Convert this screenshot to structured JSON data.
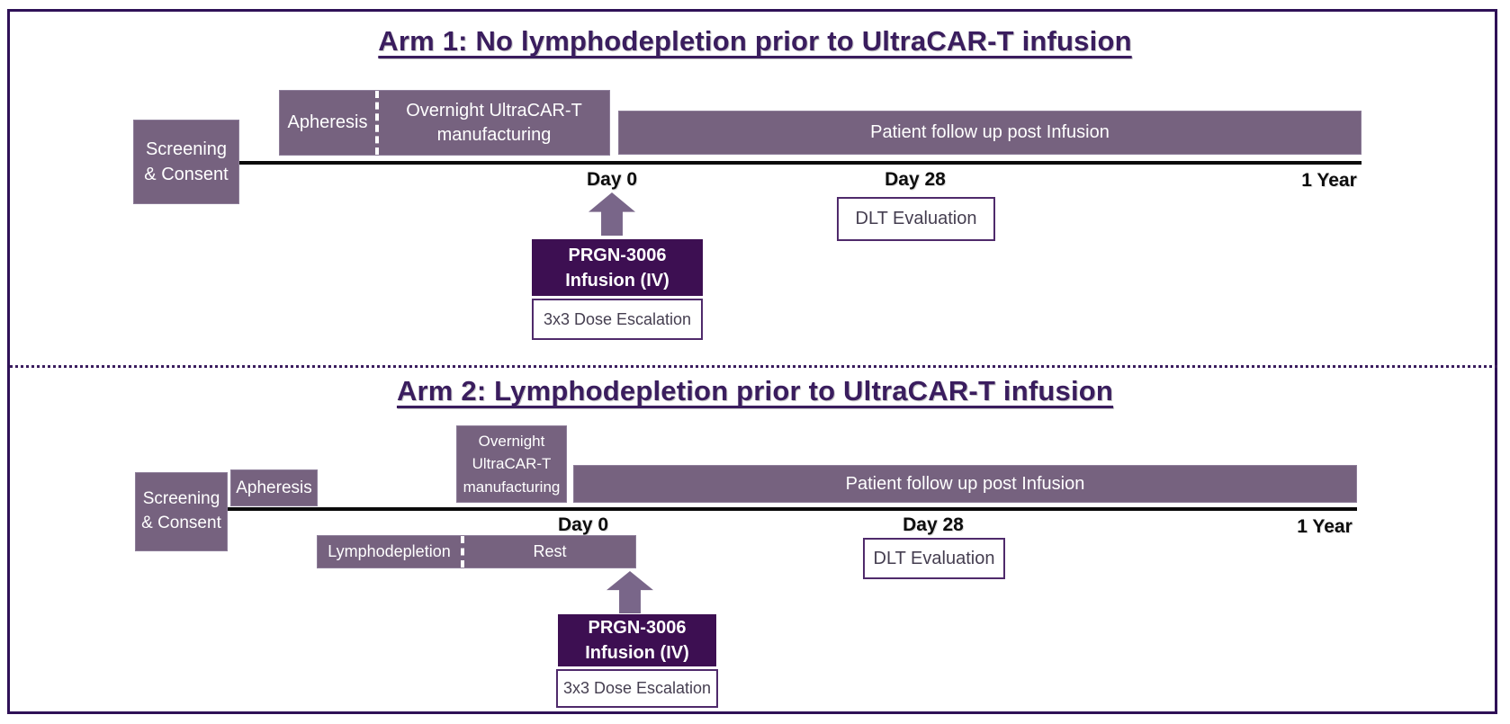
{
  "colors": {
    "muted_purple": "#76627F",
    "dark_purple_box": "#3D0F52",
    "title_purple": "#3A1D5E",
    "frame_border": "#2F1157",
    "outline_border": "#4F2A6B",
    "arrow_purple": "#796689",
    "timeline_black": "#0A0A0A"
  },
  "arm1": {
    "title": "Arm 1: No lymphodepletion prior to UltraCAR-T infusion",
    "screening_box": "Screening\n& Consent",
    "apheresis_box": "Apheresis",
    "manufacturing_box": "Overnight UltraCAR-T manufacturing",
    "followup_bar": "Patient follow up post Infusion",
    "tick_day0": "Day 0",
    "tick_day28": "Day 28",
    "tick_1year": "1 Year",
    "infusion_box": "PRGN-3006\nInfusion (IV)",
    "dose_box": "3x3 Dose Escalation",
    "dlt_box": "DLT Evaluation"
  },
  "arm2": {
    "title": "Arm 2: Lymphodepletion prior to UltraCAR-T infusion",
    "screening_box": "Screening\n& Consent",
    "apheresis_box": "Apheresis",
    "manufacturing_box": "Overnight UltraCAR-T manufacturing",
    "lymphodepletion_box": "Lymphodepletion",
    "rest_box": "Rest",
    "followup_bar": "Patient follow up post Infusion",
    "tick_day0": "Day 0",
    "tick_day28": "Day 28",
    "tick_1year": "1 Year",
    "infusion_box": "PRGN-3006\nInfusion (IV)",
    "dose_box": "3x3 Dose Escalation",
    "dlt_box": "DLT Evaluation"
  }
}
